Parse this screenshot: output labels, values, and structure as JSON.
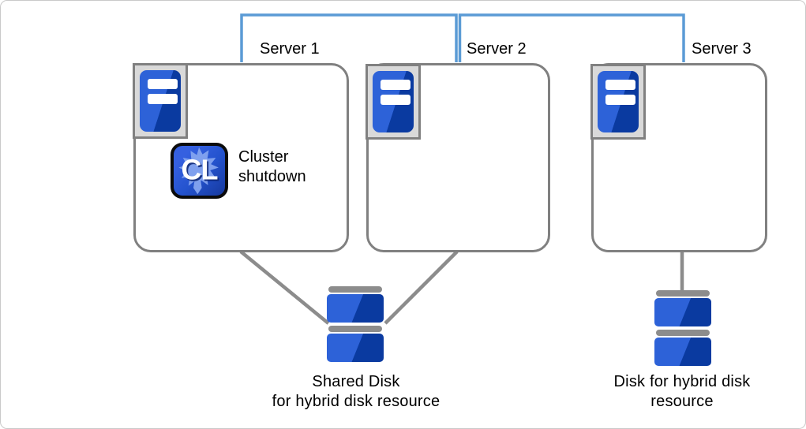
{
  "colors": {
    "interconnect_blue": "#5B9BD5",
    "box_border_gray": "#808080",
    "link_gray": "#8C8C8C",
    "tower_light_blue": "#2D62D8",
    "tower_dark_blue": "#0A3AA0",
    "icon_tray_gray": "#D9D9D9",
    "cl_icon_blue": "#2453CE",
    "cl_burst_blue": "#7FA0EE",
    "text_black": "#000000",
    "frame_border": "#C9C9C9"
  },
  "servers": [
    {
      "label": "Server 1"
    },
    {
      "label": "Server 2"
    },
    {
      "label": "Server 3"
    }
  ],
  "cluster_action": {
    "icon_text": "CL",
    "label": "Cluster shutdown"
  },
  "shared_disk": {
    "label_line1": "Shared Disk",
    "label_line2": "for hybrid disk resource"
  },
  "hybrid_disk": {
    "label_line1": "Disk for hybrid disk",
    "label_line2": "resource"
  }
}
